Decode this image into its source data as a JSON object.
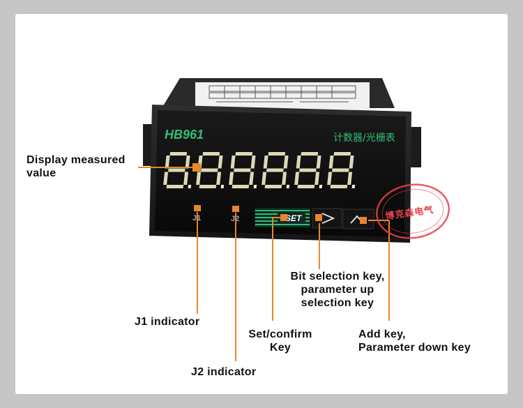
{
  "device": {
    "model": "HB961",
    "subtitle": "计数器/光栅表",
    "digits": "888888",
    "j1_mark": "J1",
    "j2_mark": "J2",
    "set_key": "SET",
    "stamp_text": "博克森电气"
  },
  "annotations": {
    "display": [
      "Display  measured",
      "value"
    ],
    "j1": "J1 indicator",
    "j2": "J2 indicator",
    "set": [
      "Set/confirm",
      "Key"
    ],
    "bit": [
      "Bit selection key,",
      "parameter up",
      "selection key"
    ],
    "add": [
      "Add  key,",
      "Parameter down key"
    ]
  },
  "colors": {
    "accent": "#e8862b",
    "led": "#f5f0c8",
    "model_green": "#2fbf78",
    "bezel": "#1f1f1f"
  }
}
